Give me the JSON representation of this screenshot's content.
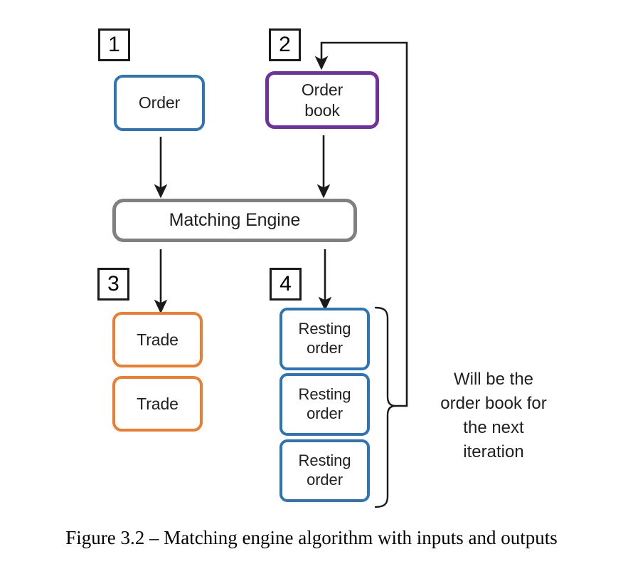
{
  "figure": {
    "caption": "Figure 3.2 – Matching engine algorithm with inputs and outputs"
  },
  "colors": {
    "order_blue": "#2E75B6",
    "order_book_purple": "#7030A0",
    "engine_gray": "#808080",
    "trade_orange": "#ED7D31",
    "resting_order_blue": "#2E75B6",
    "line_black": "#1a1a1a",
    "background": "#ffffff"
  },
  "steps": [
    {
      "number": "1",
      "describes": "Order"
    },
    {
      "number": "2",
      "describes": "Order book"
    },
    {
      "number": "3",
      "describes": "Trade"
    },
    {
      "number": "4",
      "describes": "Resting order"
    }
  ],
  "nodes": {
    "order": {
      "label": "Order"
    },
    "order_book": {
      "label": "Order\nbook"
    },
    "matching_engine": {
      "label": "Matching Engine"
    },
    "trades": [
      {
        "label": "Trade"
      },
      {
        "label": "Trade"
      }
    ],
    "resting_orders": [
      {
        "label": "Resting\norder"
      },
      {
        "label": "Resting\norder"
      },
      {
        "label": "Resting\norder"
      }
    ]
  },
  "annotations": {
    "feedback_note": "Will be the\norder book for\nthe next\niteration"
  }
}
